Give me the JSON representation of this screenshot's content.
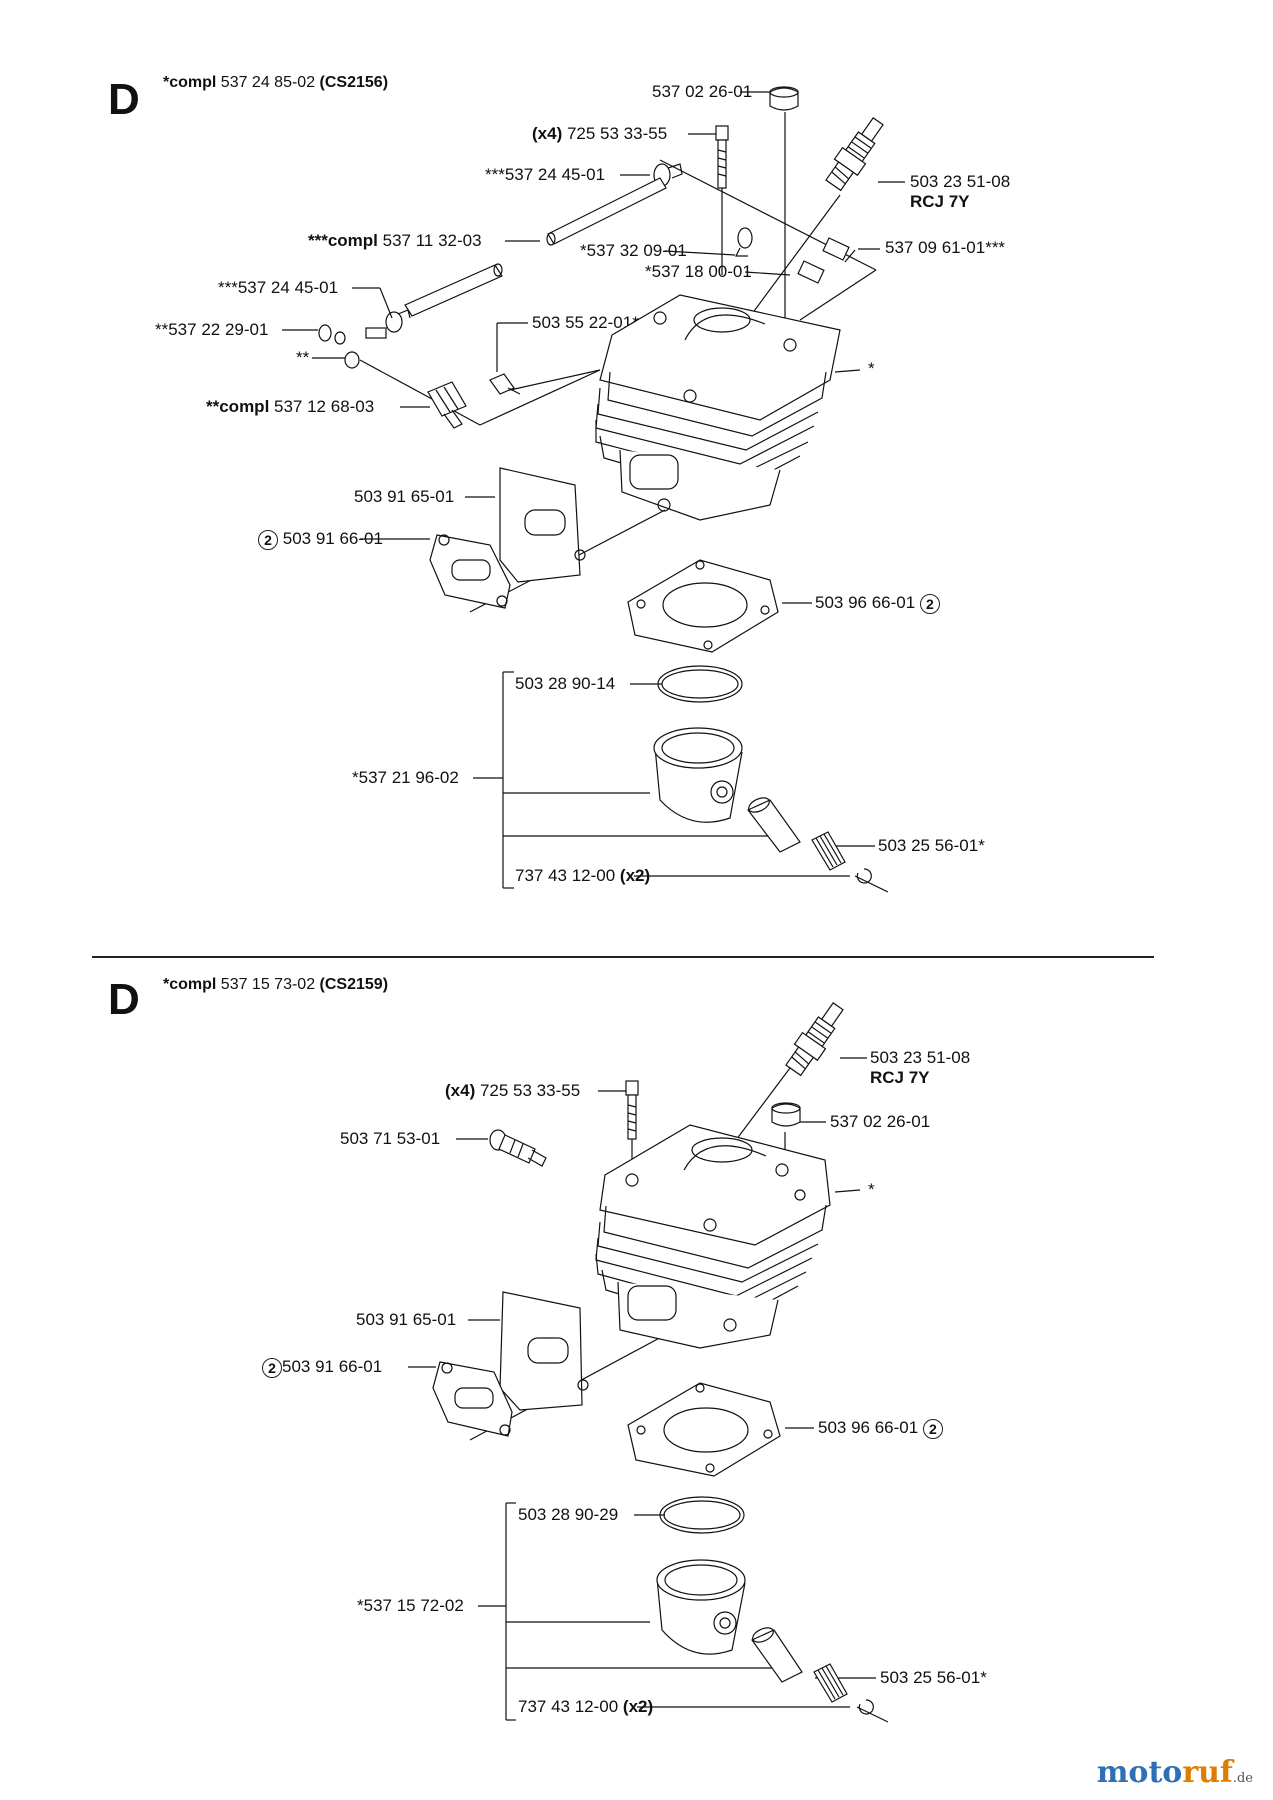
{
  "sections": [
    {
      "letter": "D",
      "head_prefix": "*compl",
      "head_number": " 537 24 85-02 ",
      "head_model": "(CS2156)",
      "labels": {
        "cap": "537 02 26-01",
        "screw_qty": "(x4)",
        "screw": " 725 53 33-55",
        "spark_plug": "503 23 51-08",
        "spark_plug_type": "RCJ 7Y",
        "clamp_a": "***537 24 45-01",
        "tube_compl_prefix": "***compl",
        "tube_compl": " 537 11 32-03",
        "clamp_b": "***537 24 45-01",
        "washer": "**537 22 29-01",
        "double_star": "**",
        "valve_compl_prefix": "**compl",
        "valve_compl": " 537 12 68-03",
        "clip": "*537 32 09-01",
        "sleeve": "*537 18 00-01",
        "bushing": "537 09 61-01***",
        "decomp_valve": "503 55 22-01*",
        "cylinder_star": "*",
        "plate": "503 91 65-01",
        "circle": "2",
        "gasket_exhaust": "503 91 66-01",
        "base_gasket": "503 96 66-01",
        "ring": "503 28 90-14",
        "piston_kit": "*537 21 96-02",
        "bearing": "503 25 56-01*",
        "circlip": "737 43 12-00 ",
        "circlip_qty": "(x2)"
      }
    },
    {
      "letter": "D",
      "head_prefix": "*compl",
      "head_number": " 537 15 73-02 ",
      "head_model": "(CS2159)",
      "labels": {
        "spark_plug": "503 23 51-08",
        "spark_plug_type": "RCJ 7Y",
        "screw_qty": "(x4)",
        "screw": " 725 53 33-55",
        "cap": "537 02 26-01",
        "valve": "503 71 53-01",
        "cylinder_star": "*",
        "plate": "503 91 65-01",
        "circle": "2",
        "gasket_exhaust": "503 91 66-01",
        "base_gasket": "503 96 66-01",
        "ring": "503 28 90-29",
        "piston_kit": "*537 15 72-02",
        "bearing": "503 25 56-01*",
        "circlip": "737 43 12-00 ",
        "circlip_qty": "(x2)"
      }
    }
  ],
  "watermark": {
    "part1": "moto",
    "part2": "ruf",
    "suffix": ".de"
  }
}
